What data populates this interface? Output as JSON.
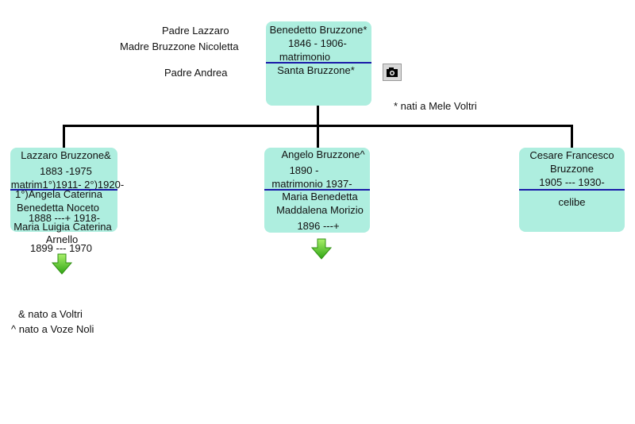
{
  "parents_info": {
    "father": "Padre Lazzaro",
    "mother": "Madre Bruzzone Nicoletta",
    "spouse_father": "Padre Andrea"
  },
  "root": {
    "name": "Benedetto Bruzzone*",
    "years": "1846 - 1906-",
    "marriage": "matrimonio",
    "spouse": "Santa Bruzzone*"
  },
  "camera_icon": "camera-icon",
  "note_mele": "* nati a Mele Voltri",
  "children": [
    {
      "name": "Lazzaro Bruzzone&",
      "years": "1883 -1975",
      "marriage": "matrim1°)1911-  2°)1920-",
      "spouse1_line1": "1°)Angela Caterina",
      "spouse1_line2": "Benedetta Noceto",
      "spouse1_years": "1888 ---+ 1918-",
      "spouse2_line1": "Maria Luigia Caterina",
      "spouse2_line2": "Arnello",
      "spouse2_years": "1899 --- 1970"
    },
    {
      "name": "Angelo Bruzzone^",
      "years": "1890 -",
      "marriage": "matrimonio 1937-",
      "spouse_line1": "Maria Benedetta",
      "spouse_line2": "Maddalena Morizio",
      "spouse_years": "1896 ---+"
    },
    {
      "name_line1": "Cesare Francesco",
      "name_line2": "Bruzzone",
      "years": "1905 --- 1930-",
      "status": "celibe"
    }
  ],
  "legend": {
    "voltri": "& nato a Voltri",
    "voze": "^ nato a Voze Noli"
  },
  "colors": {
    "box": "#aeeedf",
    "divider": "#1a1aa8",
    "arrow": "#3fbf1f"
  }
}
